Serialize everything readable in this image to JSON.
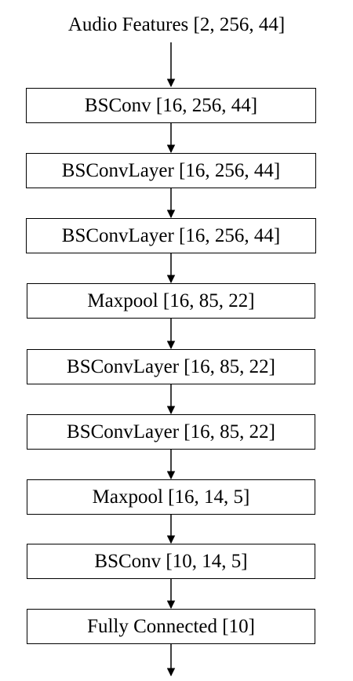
{
  "diagram": {
    "input_label": "Audio Features [2, 256, 44]",
    "blocks": [
      {
        "label": "BSConv [16, 256, 44]"
      },
      {
        "label": "BSConvLayer [16, 256, 44]"
      },
      {
        "label": "BSConvLayer [16, 256, 44]"
      },
      {
        "label": "Maxpool [16, 85, 22]"
      },
      {
        "label": "BSConvLayer [16, 85, 22]"
      },
      {
        "label": "BSConvLayer [16, 85, 22]"
      },
      {
        "label": "Maxpool [16, 14, 5]"
      },
      {
        "label": "BSConv [10, 14, 5]"
      },
      {
        "label": "Fully Connected [10]"
      }
    ]
  }
}
